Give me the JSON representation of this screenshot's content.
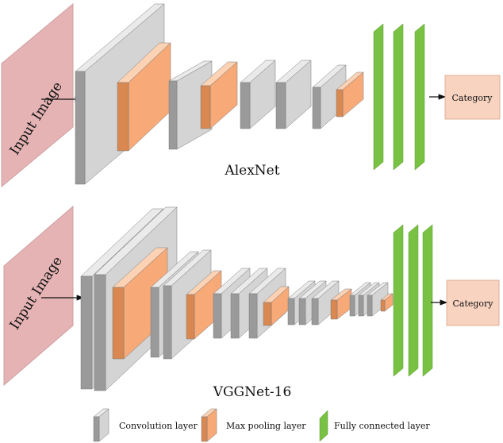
{
  "networks": [
    {
      "id": "alexnet",
      "title": "AlexNet",
      "input_label": "Input Image",
      "output_label": "Category"
    },
    {
      "id": "vggnet16",
      "title": "VGGNet-16",
      "input_label": "Input Image",
      "output_label": "Category"
    }
  ],
  "legend": {
    "conv": "Convolution layer",
    "pool": "Max pooling layer",
    "fc": "Fully connected layer"
  },
  "colors": {
    "conv_front": "#d4d4d4",
    "conv_top": "#eaeaea",
    "conv_side": "#9a9a9a",
    "pool_front": "#f7a978",
    "pool_top": "#fcd2b4",
    "pool_side": "#d88850",
    "fc": "#78c142",
    "input_fill": "#e5b3b4",
    "output_fill": "#f8d3c0"
  }
}
